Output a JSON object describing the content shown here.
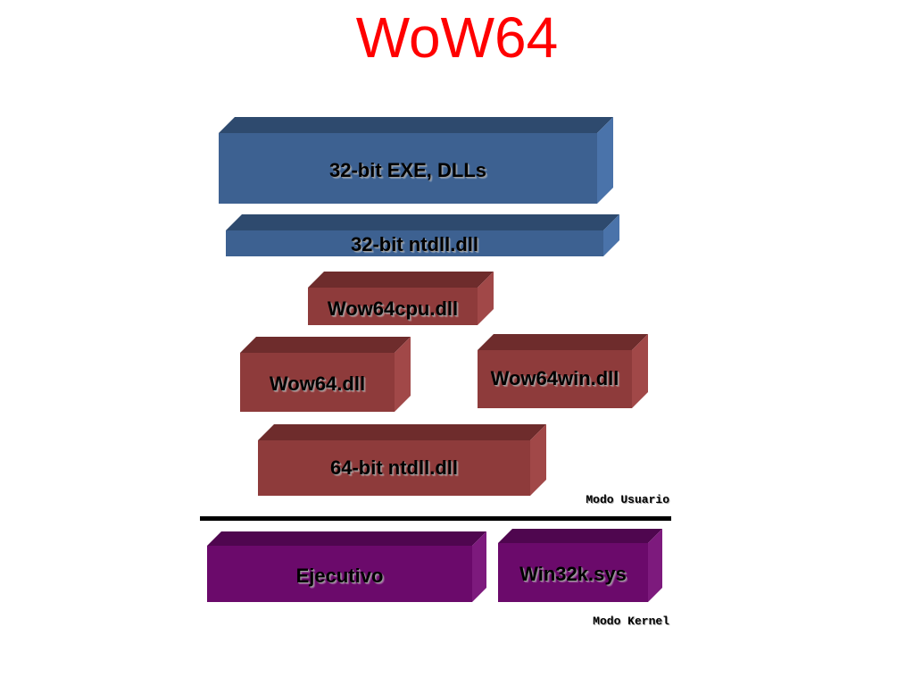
{
  "title": "WoW64",
  "colors": {
    "title": "#ff0000",
    "blue": {
      "front": "#3d6191",
      "top": "#2e4a6e",
      "side": "#4a73aa"
    },
    "red": {
      "front": "#8e3b3b",
      "top": "#6e2c2c",
      "side": "#a14848"
    },
    "purple": {
      "front": "#6b0a6b",
      "top": "#4f064f",
      "side": "#7d1a7d"
    },
    "divider": "#000000"
  },
  "blocks": [
    {
      "id": "exe-dlls",
      "label": "32-bit EXE, DLLs",
      "color": "blue"
    },
    {
      "id": "ntdll-32",
      "label": "32-bit ntdll.dll",
      "color": "blue"
    },
    {
      "id": "wow64cpu",
      "label": "Wow64cpu.dll",
      "color": "red"
    },
    {
      "id": "wow64",
      "label": "Wow64.dll",
      "color": "red"
    },
    {
      "id": "wow64win",
      "label": "Wow64win.dll",
      "color": "red"
    },
    {
      "id": "ntdll-64",
      "label": "64-bit ntdll.dll",
      "color": "red"
    },
    {
      "id": "ejecutivo",
      "label": "Ejecutivo",
      "color": "purple"
    },
    {
      "id": "win32k",
      "label": "Win32k.sys",
      "color": "purple"
    }
  ],
  "modes": {
    "user": "Modo Usuario",
    "kernel": "Modo Kernel"
  }
}
